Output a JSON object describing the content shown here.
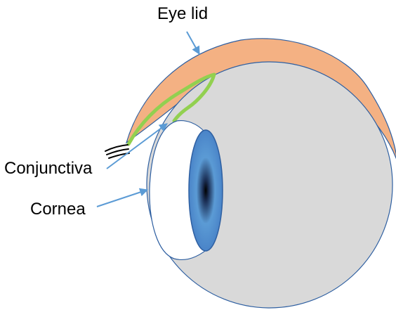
{
  "labels": {
    "eye_lid": "Eye lid",
    "conjunctiva": "Conjunctiva",
    "cornea": "Cornea"
  },
  "colors": {
    "eyeball_fill": "#d9d9d9",
    "outline": "#2e5fa1",
    "eyelid_fill": "#f4b183",
    "conjunctiva_stroke": "#92d050",
    "iris_outer": "#4472c4",
    "iris_mid": "#5b9bd5",
    "pupil": "#0a0a0a",
    "arrow": "#5b9bd5",
    "eyelash": "#000000"
  }
}
